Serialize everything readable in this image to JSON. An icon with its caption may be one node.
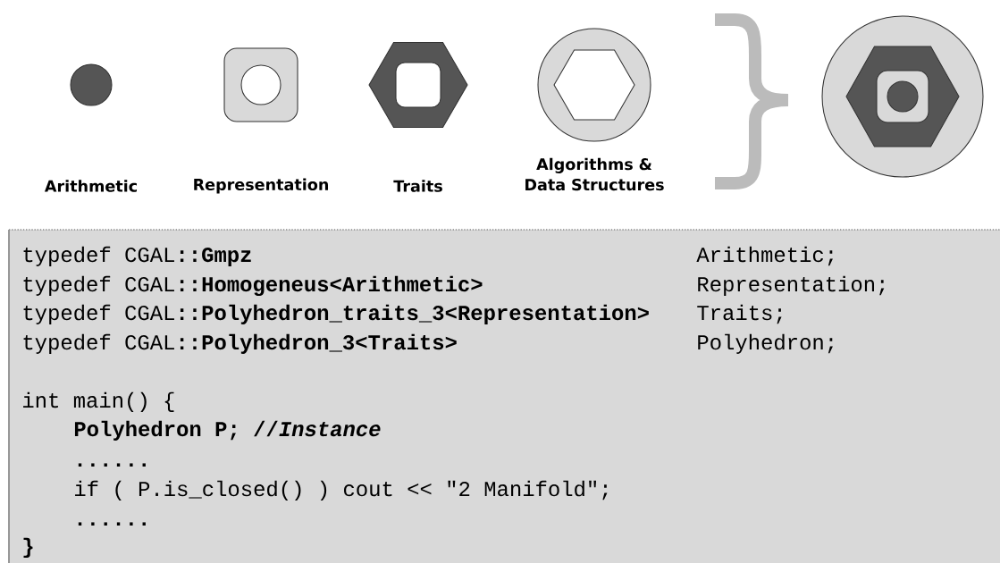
{
  "diagram": {
    "nodes": [
      {
        "text": [],
        "shape": "circle"
      },
      {
        "text": [],
        "shape": "box",
        "beside": [
          "Representation"
        ]
      },
      {
        "text": [],
        "shape": "hexagon",
        "beside": [
          "Traits"
        ]
      },
      {
        "text": [],
        "shape": "circle",
        "beside": [
          "Algorithms & Data Structures"
        ]
      },
      {
        "text": [],
        "shape": "picture"
      },
      {
        "text": [
          "typedef CGAL**::Gmpz**",
          "Arithmetic;",
          "typedef CGAL**::Homogeneus<Arithmetic>**",
          "Representation;",
          "typedef CGAL**::Polyhedron_traits_3<Representation>**",
          "Traits;",
          "typedef CGAL**::Polyhedron_3<Traits>**",
          "Polyhedron;",
          "int main() {",
          "Polyhedron P; //*Instance*",
          "......",
          "if ( P.is_closed() ) cout << \"2 Manifold\";",
          "......",
          "}"
        ]
      }
    ],
    "labels": [
      "Arithmetic"
    ]
  }
}
